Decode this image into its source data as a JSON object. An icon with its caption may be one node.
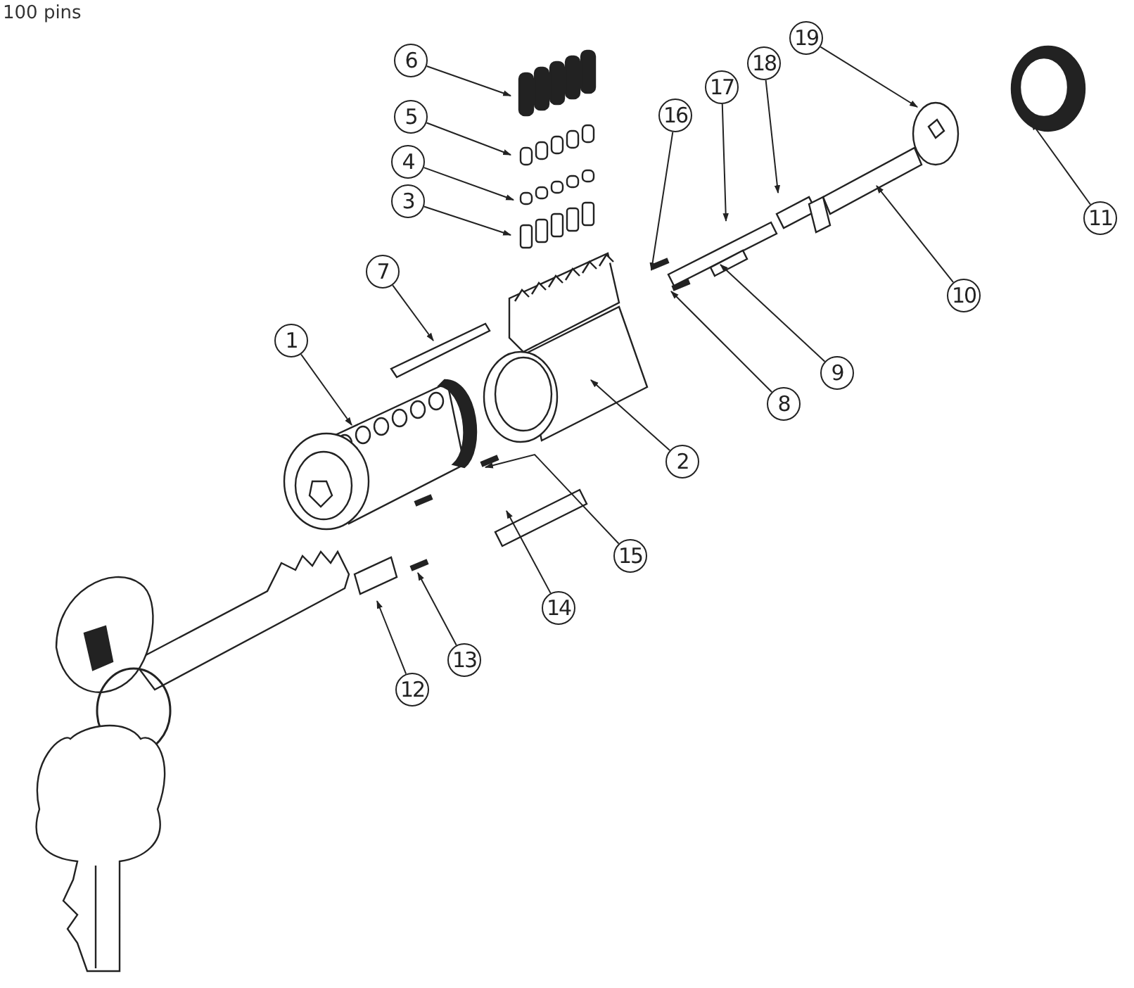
{
  "diagram": {
    "nodes": [
      {
        "text": [
          "1"
        ]
      },
      {
        "text": [
          "2"
        ]
      },
      {
        "text": [
          "3"
        ]
      },
      {
        "text": [
          "4"
        ]
      },
      {
        "text": [
          "5"
        ]
      },
      {
        "text": [
          "6"
        ]
      },
      {
        "text": [
          "7"
        ]
      },
      {
        "text": [
          "8"
        ]
      },
      {
        "text": [
          "9"
        ]
      },
      {
        "text": [
          "10"
        ]
      },
      {
        "text": [
          "11"
        ]
      },
      {
        "text": [
          "12"
        ]
      },
      {
        "text": [
          "13"
        ]
      },
      {
        "text": [
          "14"
        ]
      },
      {
        "text": [
          "15"
        ]
      },
      {
        "text": [
          "16"
        ]
      },
      {
        "text": [
          "17"
        ]
      },
      {
        "text": [
          "18"
        ]
      },
      {
        "text": [
          "19"
        ]
      }
    ],
    "edges": [
      {
        "from": 0,
        "to": null,
        "arrow": "to"
      },
      {
        "from": 1,
        "to": null,
        "arrow": "to"
      },
      {
        "from": 2,
        "to": null,
        "arrow": "to"
      },
      {
        "from": 3,
        "to": null,
        "arrow": "to"
      },
      {
        "from": 4,
        "to": null,
        "arrow": "to"
      },
      {
        "from": 5,
        "to": null,
        "arrow": "to"
      },
      {
        "from": 6,
        "to": null,
        "arrow": "to"
      },
      {
        "from": 7,
        "to": null,
        "arrow": "to"
      },
      {
        "from": 8,
        "to": null,
        "arrow": "to"
      },
      {
        "from": 9,
        "to": null,
        "arrow": "to"
      },
      {
        "from": 10,
        "to": null,
        "arrow": "to"
      },
      {
        "from": 11,
        "to": null,
        "arrow": "to"
      },
      {
        "from": 12,
        "to": null,
        "arrow": "to"
      },
      {
        "from": 13,
        "to": null,
        "arrow": "to"
      },
      {
        "from": 14,
        "to": null,
        "arrow": "to"
      },
      {
        "from": 15,
        "to": null,
        "arrow": "to"
      },
      {
        "from": 16,
        "to": null,
        "arrow": "to"
      },
      {
        "from": 17,
        "to": null,
        "arrow": "to"
      },
      {
        "from": 18,
        "to": null,
        "arrow": "to"
      }
    ],
    "labels": [
      "100 pins"
    ]
  }
}
